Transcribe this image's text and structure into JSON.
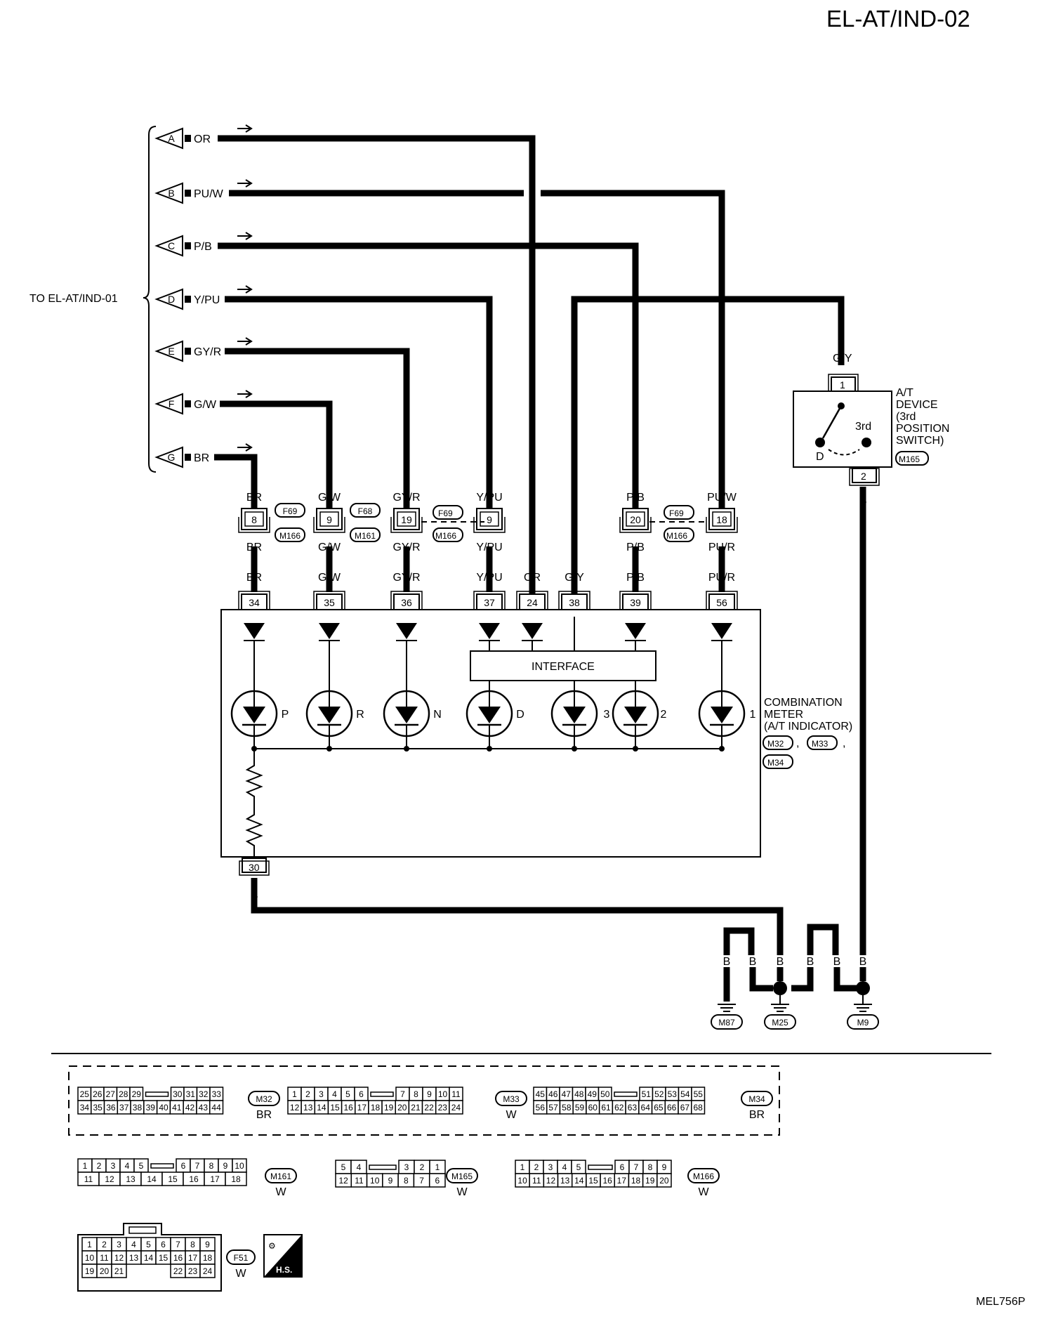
{
  "title": "EL-AT/IND-02",
  "diagram_code": "MEL756P",
  "source_label": "TO EL-AT/IND-01",
  "inputs": [
    {
      "letter": "A",
      "color": "OR"
    },
    {
      "letter": "B",
      "color": "PU/W"
    },
    {
      "letter": "C",
      "color": "P/B"
    },
    {
      "letter": "D",
      "color": "Y/PU"
    },
    {
      "letter": "E",
      "color": "GY/R"
    },
    {
      "letter": "F",
      "color": "G/W"
    },
    {
      "letter": "G",
      "color": "BR"
    }
  ],
  "junctions": [
    {
      "pin": "8",
      "top": "BR",
      "bottom": "BR",
      "tags": [
        "F69",
        "M166"
      ]
    },
    {
      "pin": "9",
      "top": "G/W",
      "bottom": "G/W",
      "tags": [
        "F68",
        "M161"
      ]
    },
    {
      "pin": "19",
      "top": "GY/R",
      "bottom": "GY/R",
      "tags": []
    },
    {
      "pin": "9",
      "top": "Y/PU",
      "bottom": "Y/PU",
      "tags": []
    },
    {
      "pin": "20",
      "top": "P/B",
      "bottom": "P/B",
      "tags": []
    },
    {
      "pin": "18",
      "top": "PU/W",
      "bottom": "PU/R",
      "tags": []
    }
  ],
  "shared_tags": [
    "F69",
    "M166"
  ],
  "meter": {
    "pins": [
      {
        "pin": "34",
        "color": "BR"
      },
      {
        "pin": "35",
        "color": "G/W"
      },
      {
        "pin": "36",
        "color": "GY/R"
      },
      {
        "pin": "37",
        "color": "Y/PU"
      },
      {
        "pin": "24",
        "color": "OR"
      },
      {
        "pin": "38",
        "color": "G/Y"
      },
      {
        "pin": "39",
        "color": "P/B"
      },
      {
        "pin": "56",
        "color": "PU/R"
      }
    ],
    "interface_label": "INTERFACE",
    "indicators": [
      "P",
      "R",
      "N",
      "D",
      "3",
      "2",
      "1"
    ],
    "ground_pin": "30",
    "ground_color": "B",
    "name_lines": [
      "COMBINATION",
      "METER",
      "(A/T INDICATOR)"
    ],
    "connectors": [
      "M32",
      "M33",
      "M34"
    ]
  },
  "at_device": {
    "wire_in": "G/Y",
    "pin_in": "1",
    "pin_out": "2",
    "wire_out": "B",
    "name_lines": [
      "A/T",
      "DEVICE",
      "(3rd",
      "POSITION",
      "SWITCH)"
    ],
    "connector": "M165",
    "pos_d": "D",
    "pos_3rd": "3rd"
  },
  "grounds": {
    "wire_labels": [
      "B",
      "B",
      "B",
      "B",
      "B",
      "B"
    ],
    "points": [
      "M87",
      "M25",
      "M9"
    ]
  },
  "connector_views": {
    "m32": {
      "top": [
        "25",
        "26",
        "27",
        "28",
        "29",
        "30",
        "31",
        "32",
        "33"
      ],
      "bottom": [
        "34",
        "35",
        "36",
        "37",
        "38",
        "39",
        "40",
        "41",
        "42",
        "43",
        "44"
      ],
      "id": "M32",
      "color": "BR"
    },
    "m33": {
      "top": [
        "1",
        "2",
        "3",
        "4",
        "5",
        "6",
        "7",
        "8",
        "9",
        "10",
        "11"
      ],
      "bottom": [
        "12",
        "13",
        "14",
        "15",
        "16",
        "17",
        "18",
        "19",
        "20",
        "21",
        "22",
        "23",
        "24"
      ],
      "id": "M33",
      "color": "W"
    },
    "m34": {
      "top": [
        "45",
        "46",
        "47",
        "48",
        "49",
        "50",
        "51",
        "52",
        "53",
        "54",
        "55"
      ],
      "bottom": [
        "56",
        "57",
        "58",
        "59",
        "60",
        "61",
        "62",
        "63",
        "64",
        "65",
        "66",
        "67",
        "68"
      ],
      "id": "M34",
      "color": "BR"
    },
    "m161": {
      "top": [
        "1",
        "2",
        "3",
        "4",
        "5",
        "6",
        "7",
        "8",
        "9",
        "10"
      ],
      "bottom": [
        "11",
        "12",
        "13",
        "14",
        "15",
        "16",
        "17",
        "18"
      ],
      "id": "M161",
      "color": "W"
    },
    "m165": {
      "top": [
        "5",
        "4",
        "3",
        "2",
        "1"
      ],
      "bottom": [
        "12",
        "11",
        "10",
        "9",
        "8",
        "7",
        "6"
      ],
      "id": "M165",
      "color": "W"
    },
    "m166": {
      "top": [
        "1",
        "2",
        "3",
        "4",
        "5",
        "6",
        "7",
        "8",
        "9"
      ],
      "bottom": [
        "10",
        "11",
        "12",
        "13",
        "14",
        "15",
        "16",
        "17",
        "18",
        "19",
        "20"
      ],
      "id": "M166",
      "color": "W"
    },
    "f51": {
      "row1": [
        "1",
        "2",
        "3",
        "4",
        "5",
        "6",
        "7",
        "8",
        "9"
      ],
      "row2": [
        "10",
        "11",
        "12",
        "13",
        "14",
        "15",
        "16",
        "17",
        "18"
      ],
      "row3": [
        "19",
        "20",
        "21",
        "22",
        "23",
        "24"
      ],
      "id": "F51",
      "color": "W"
    }
  },
  "hs_label": "H.S."
}
